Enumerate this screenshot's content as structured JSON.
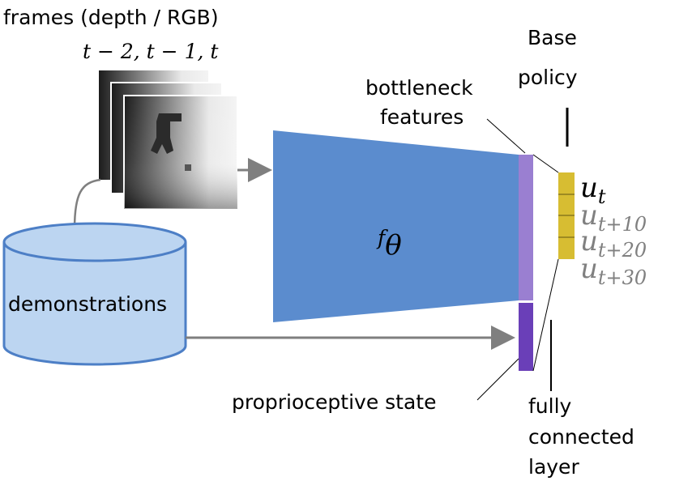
{
  "labels": {
    "frames_title": "frames (depth / RGB)",
    "frames_times": "t − 2, t − 1, t",
    "base_policy_line1": "Base",
    "base_policy_line2": "policy",
    "bottleneck_line1": "bottleneck",
    "bottleneck_line2": "features",
    "f_theta_main": "f",
    "f_theta_sub": "θ",
    "demonstrations": "demonstrations",
    "proprioceptive": "proprioceptive state",
    "fc_line1": "fully",
    "fc_line2": "connected",
    "fc_line3": "layer"
  },
  "outputs": [
    {
      "main": "u",
      "sub": "t",
      "color": "#000000"
    },
    {
      "main": "u",
      "sub": "t+10",
      "color": "#808080"
    },
    {
      "main": "u",
      "sub": "t+20",
      "color": "#808080"
    },
    {
      "main": "u",
      "sub": "t+30",
      "color": "#808080"
    }
  ],
  "colors": {
    "encoder": "#5b8cce",
    "bottleneck": "#9a7fd1",
    "proprio_bar": "#6a3fb8",
    "output_bar": "#d7bd32",
    "cylinder_fill": "#bcd5f1",
    "cylinder_stroke": "#4d7fc6",
    "arrow": "#7f7f7f"
  }
}
